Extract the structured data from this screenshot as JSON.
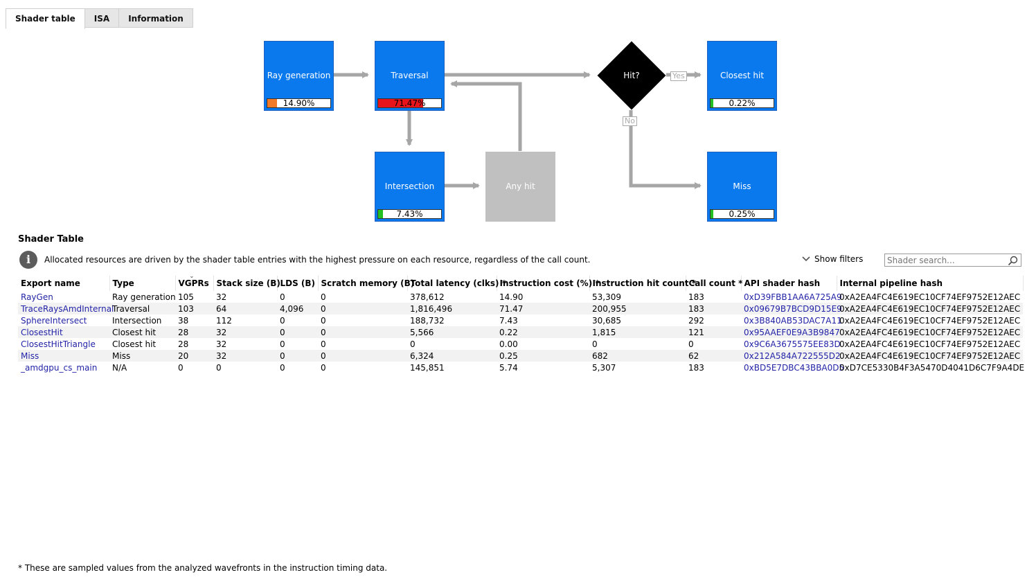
{
  "tabs": [
    {
      "label": "Shader table",
      "active": true
    },
    {
      "label": "ISA",
      "active": false
    },
    {
      "label": "Information",
      "active": false
    }
  ],
  "diagram": {
    "ray_generation": {
      "label": "Ray generation",
      "percent": "14.90%",
      "fill_fraction": 0.149,
      "fill_color": "#f07a2a"
    },
    "traversal": {
      "label": "Traversal",
      "percent": "71.47%",
      "fill_fraction": 0.7147,
      "fill_color": "#e8141c"
    },
    "intersection": {
      "label": "Intersection",
      "percent": "7.43%",
      "fill_fraction": 0.0743,
      "fill_color": "#22c020"
    },
    "any_hit": {
      "label": "Any hit"
    },
    "hit_decision": {
      "label": "Hit?"
    },
    "closest_hit": {
      "label": "Closest hit",
      "percent": "0.22%",
      "fill_fraction": 0.0022,
      "fill_color": "#22c020"
    },
    "miss": {
      "label": "Miss",
      "percent": "0.25%",
      "fill_fraction": 0.0025,
      "fill_color": "#22c020"
    },
    "edge_yes": "Yes",
    "edge_no": "No",
    "node_color": "#0a79ee",
    "arrow_color": "#a6a6a6"
  },
  "section": {
    "title": "Shader Table",
    "info_text": "Allocated resources are driven by the shader table entries with the highest pressure on each resource, regardless of the call count.",
    "show_filters": "Show filters",
    "search_placeholder": "Shader search..."
  },
  "table": {
    "columns": [
      "Export name",
      "Type",
      "VGPRs",
      "Stack size (B)",
      "LDS (B)",
      "Scratch memory (B)",
      "Total latency (clks) *",
      "Instruction cost (%) *",
      "Instruction hit count *",
      "Call count *",
      "API shader hash",
      "Internal pipeline hash"
    ],
    "rows": [
      {
        "c0": "RayGen",
        "c1": "Ray generation",
        "c2": "105",
        "c3": "32",
        "c4": "0",
        "c5": "0",
        "c6": "378,612",
        "c7": "14.90",
        "c8": "53,309",
        "c9": "183",
        "c10": "0xD39FBB1AA6A725A9",
        "c11": "0xA2EA4FC4E619EC10CF74EF9752E12AEC"
      },
      {
        "c0": "TraceRaysAmdInternal",
        "c1": "Traversal",
        "c2": "103",
        "c3": "64",
        "c4": "4,096",
        "c5": "0",
        "c6": "1,816,496",
        "c7": "71.47",
        "c8": "200,955",
        "c9": "183",
        "c10": "0x09679B7BCD9D15E9",
        "c11": "0xA2EA4FC4E619EC10CF74EF9752E12AEC"
      },
      {
        "c0": "SphereIntersect",
        "c1": "Intersection",
        "c2": "38",
        "c3": "112",
        "c4": "0",
        "c5": "0",
        "c6": "188,732",
        "c7": "7.43",
        "c8": "30,685",
        "c9": "292",
        "c10": "0x3B840AB53DAC7A11",
        "c11": "0xA2EA4FC4E619EC10CF74EF9752E12AEC"
      },
      {
        "c0": "ClosestHit",
        "c1": "Closest hit",
        "c2": "28",
        "c3": "32",
        "c4": "0",
        "c5": "0",
        "c6": "5,566",
        "c7": "0.22",
        "c8": "1,815",
        "c9": "121",
        "c10": "0x95AAEF0E9A3B9847",
        "c11": "0xA2EA4FC4E619EC10CF74EF9752E12AEC"
      },
      {
        "c0": "ClosestHitTriangle",
        "c1": "Closest hit",
        "c2": "28",
        "c3": "32",
        "c4": "0",
        "c5": "0",
        "c6": "0",
        "c7": "0.00",
        "c8": "0",
        "c9": "0",
        "c10": "0x9C6A3675575EE83D",
        "c11": "0xA2EA4FC4E619EC10CF74EF9752E12AEC"
      },
      {
        "c0": "Miss",
        "c1": "Miss",
        "c2": "20",
        "c3": "32",
        "c4": "0",
        "c5": "0",
        "c6": "6,324",
        "c7": "0.25",
        "c8": "682",
        "c9": "62",
        "c10": "0x212A584A722555D2",
        "c11": "0xA2EA4FC4E619EC10CF74EF9752E12AEC"
      },
      {
        "c0": "_amdgpu_cs_main",
        "c1": "N/A",
        "c2": "0",
        "c3": "0",
        "c4": "0",
        "c5": "0",
        "c6": "145,851",
        "c7": "5.74",
        "c8": "5,307",
        "c9": "183",
        "c10": "0xBD5E7DBC43BBA0D5",
        "c11": "0xD7CE5330B4F3A5470D4041D6C7F9A4DE"
      }
    ]
  },
  "footnote": "* These are sampled values from the analyzed wavefronts in the instruction timing data."
}
